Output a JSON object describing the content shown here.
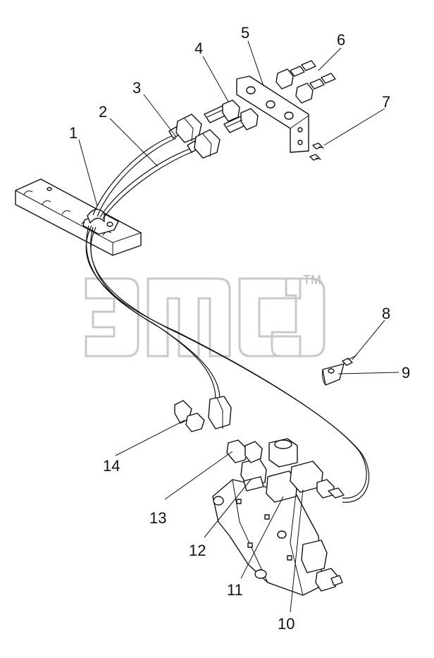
{
  "watermark": {
    "mark": "TM"
  },
  "callouts": [
    {
      "id": "1",
      "label": "1"
    },
    {
      "id": "2",
      "label": "2"
    },
    {
      "id": "3",
      "label": "3"
    },
    {
      "id": "4",
      "label": "4"
    },
    {
      "id": "5",
      "label": "5"
    },
    {
      "id": "6",
      "label": "6"
    },
    {
      "id": "7",
      "label": "7"
    },
    {
      "id": "8",
      "label": "8"
    },
    {
      "id": "9",
      "label": "9"
    },
    {
      "id": "10",
      "label": "10"
    },
    {
      "id": "11",
      "label": "11"
    },
    {
      "id": "12",
      "label": "12"
    },
    {
      "id": "13",
      "label": "13"
    },
    {
      "id": "14",
      "label": "14"
    }
  ]
}
